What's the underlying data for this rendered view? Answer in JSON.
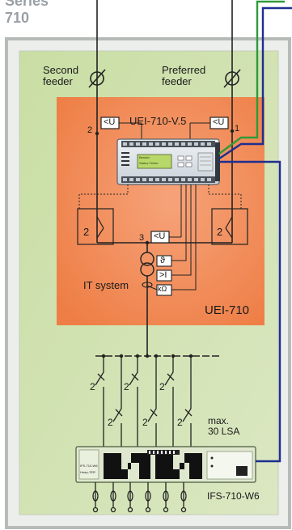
{
  "header": {
    "series_line1": "Series",
    "series_line2": "710"
  },
  "feeders": {
    "second": {
      "line1": "Second",
      "line2": "feeder",
      "terminal": "2"
    },
    "preferred": {
      "line1": "Preferred",
      "line2": "feeder",
      "terminal": "1"
    }
  },
  "monitor": {
    "model": "UEI-710-V.5",
    "box_label": "UEI-710",
    "undervoltage_symbol": "<U",
    "terminal_3": "3",
    "display_text": "Status Fehler",
    "logo_text": "Bender"
  },
  "it_system": {
    "label": "IT system",
    "temp_symbol": "ϑ",
    "overcurrent_symbol": ">I",
    "resistance_symbol": "kΩ"
  },
  "switches": {
    "pole_count_label": "2"
  },
  "distribution": {
    "max_label_line1": "max.",
    "max_label_line2": "30 LSA"
  },
  "ifs_module": {
    "label": "IFS-710-W6",
    "face_text_1": "IFS-710-W6",
    "face_text_2": "Hnep-TER"
  },
  "colors": {
    "outer_bg": "#e9ece9",
    "panel_green": "#c8dca0",
    "orange_box": "#f08a55",
    "cable_blue": "#1d2f8f",
    "cable_green": "#2f9a3a"
  }
}
